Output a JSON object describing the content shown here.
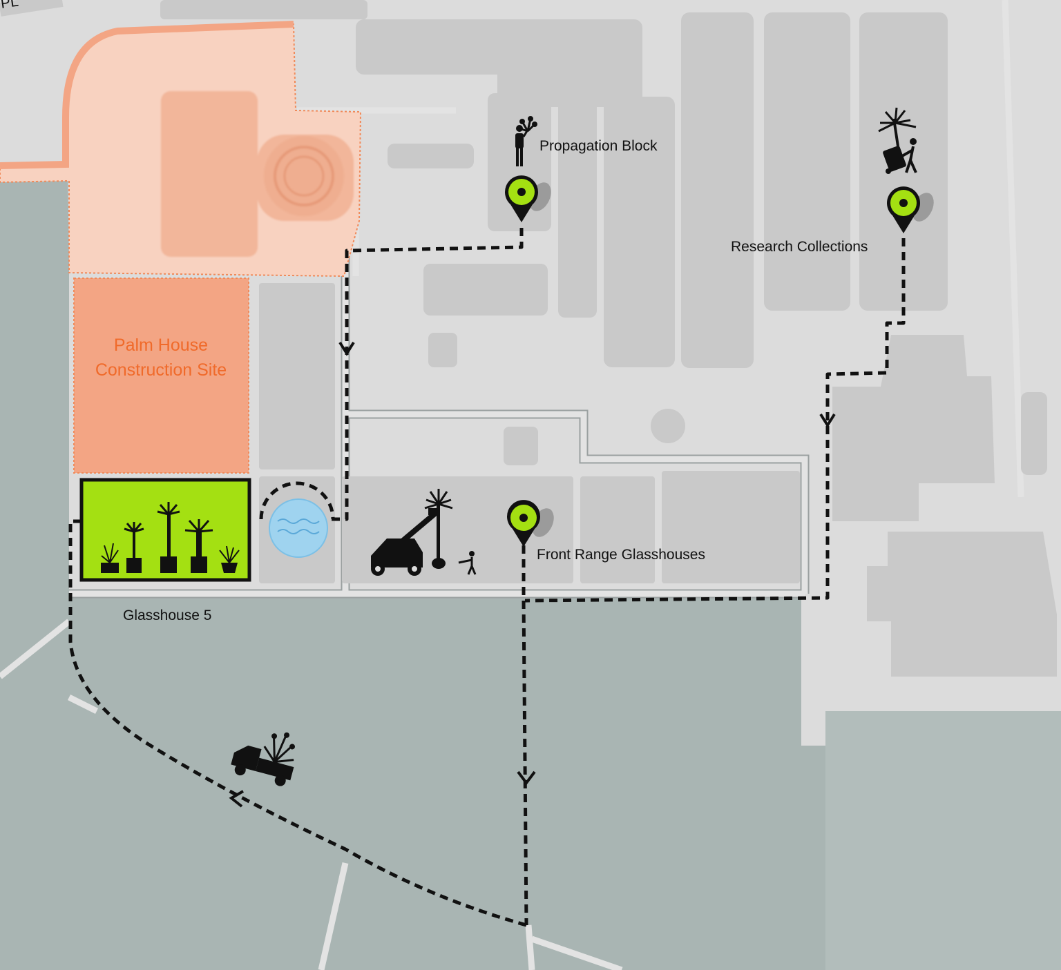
{
  "map": {
    "colors": {
      "lawn": "#a9b5b3",
      "campus": "#dcdcdc",
      "building": "#c9c9c9",
      "construction_light": "#f8d2c0",
      "construction_dark": "#f3a584",
      "construction_text": "#f06a2a",
      "glasshouse_fill": "#a4e012",
      "pin_fill": "#a4e012",
      "pond": "#9fd3ef",
      "route": "#111111"
    },
    "top_road_text": "PL",
    "construction_site": {
      "label_line1": "Palm House",
      "label_line2": "Construction Site"
    },
    "locations": [
      {
        "id": "propagation-block",
        "label": "Propagation Block",
        "icon": "person-carrying-plant-icon"
      },
      {
        "id": "research-collections",
        "label": "Research Collections",
        "icon": "person-pushing-palm-trolley-icon"
      },
      {
        "id": "front-range-glasshouses",
        "label": "Front Range Glasshouses",
        "icon": "telehandler-lifting-palm-icon"
      }
    ],
    "destination": {
      "label": "Glasshouse 5",
      "icon": "potted-palms-icon"
    },
    "vehicle_icon": "truck-with-tree-icon",
    "pond_icon": "pond-water-icon"
  }
}
